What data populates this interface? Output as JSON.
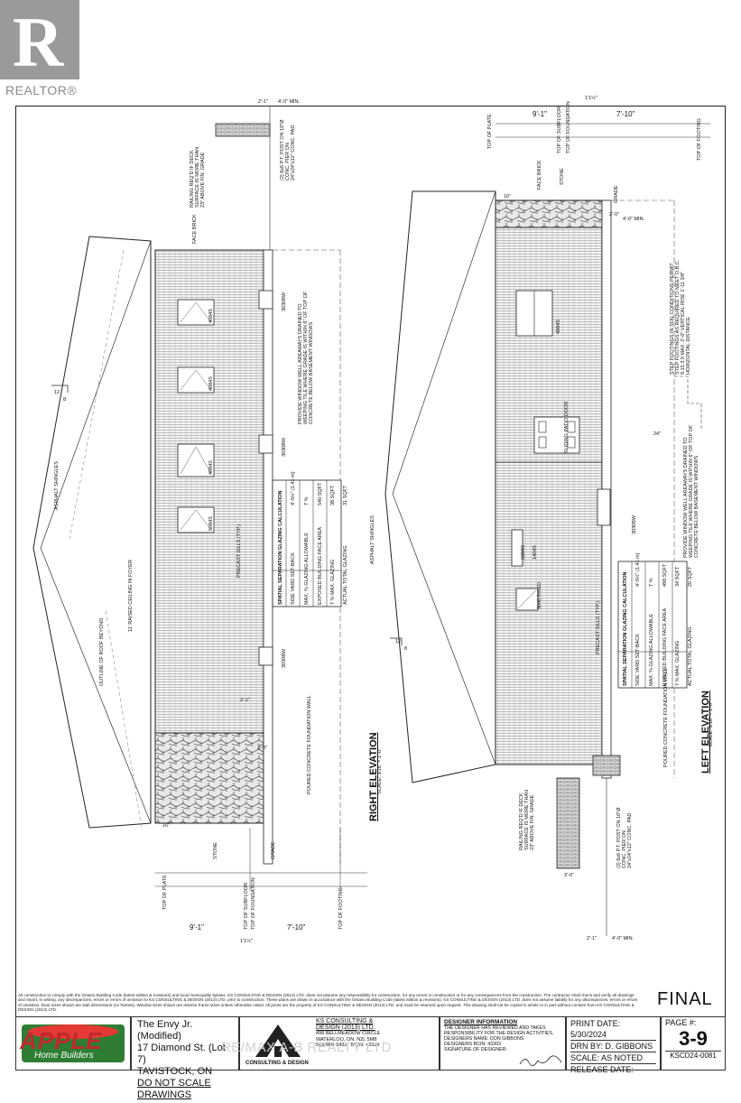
{
  "watermark": {
    "realtor_label": "REALTOR®",
    "listing_watermark": "RE/MAX A-B REALTY LTD"
  },
  "right_elevation": {
    "title": "RIGHT ELEVATION",
    "scale": "SCALE: 3/16\" = 1'-0\"",
    "roof_label": "ASPHALT SHINGLES",
    "raised_ceiling": "11' RAISED CEILING IN FOYER",
    "outline_roof": "OUTLINE OF ROOF BEYOND",
    "foundation": "POURED CONCRETE FOUNDATION WALL",
    "precast_sills": "PRECAST SILLS (TYP.)",
    "window_well_note": "PROVIDE WINDOW WELL AREAWAYS DRAINED TO WEEPING TILE WHERE GRADE IS WITHIN 6\" OF TOP OF CONCRETE BELOW BASEMENT WINDOWS",
    "railing_note": "RAILING REQ'D IF DECK SURFACE IS MORE THAN 23\" ABOVE FIN. GRADE",
    "post_note": "(2) 6x6 P.T. POST ON 10\"Ø CONC. PIER ON 24\"x24\"x12\" CONC. PAD",
    "face_brick": "FACE BRICK",
    "stone": "STONE",
    "grade": "GRADE",
    "top_of_plate": "TOP OF PLATE",
    "top_of_subfloor": "TOP OF SUBFLOOR",
    "top_of_foundation": "TOP OF FOUNDATION",
    "top_of_footing": "TOP OF FOOTING",
    "dim_left": "9'-1\"",
    "dim_right": "7'-10\"",
    "dim_small": "1'1½\"",
    "deck_dim_a": "2'-1\"",
    "deck_dim_b": "4'-0\" MIN.",
    "windows": [
      "4084S",
      "4084S",
      "4084S",
      "5084S"
    ],
    "basement_windows": [
      "3030BW",
      "3030BW",
      "3030BW"
    ],
    "pitch": "12",
    "pitch_run": "8",
    "dim_16": "16\"",
    "dim_2_0": "2'-0\"",
    "dim_2_1": "2'-1\"",
    "glazing": {
      "title": "SPATIAL SEPARATION GLAZING CALCULATION",
      "rows": [
        [
          "SIDE YARD SET-BACK",
          "4'-5½\" (1.41 m)"
        ],
        [
          "MAX. % GLAZING ALLOWABLE",
          "7 %"
        ],
        [
          "EXPOSED BUILDING FACE AREA",
          "540 SQFT"
        ],
        [
          "7 % MAX. GLAZING",
          "38 SQFT"
        ],
        [
          "ACTUAL TOTAL GLAZING",
          "31 SQFT"
        ]
      ]
    }
  },
  "left_elevation": {
    "title": "LEFT ELEVATION",
    "scale": "SCALE: 3/16\" = 1'-0\"",
    "roof_label": "ASPHALT SHINGLES",
    "foundation": "POURED CONCRETE FOUNDATION WALL",
    "precast_sills": "PRECAST SILLS (TYP.)",
    "window_well_note": "PROVIDE WINDOW WELL AREAWAYS DRAINED TO WEEPING TILE WHERE GRADE IS WITHIN 6\" OF TOP OF CONCRETE BELOW BASEMENT WINDOWS",
    "footing_note": "STEP FOOTINGS IN SOIL CONDITIONS PERMIT STEP FOOTINGS AS REQUIRED TO MEET O.B.C. 9.15.3.9 MAX. 2'-0\" VERTICAL RISE 1'-11 3/8\" HORIZONTAL DISTANCE",
    "railing_note": "RAILING REQ'D IF DECK SURFACE IS MORE THAN 23\" ABOVE FIN. GRADE",
    "post_note": "(2) 6x6 P.T. POST ON 10\"Ø CONC. PIER ON 24\"x24\"x12\" CONC. PAD",
    "face_brick": "FACE BRICK",
    "stone": "STONE",
    "grade": "GRADE",
    "top_of_plate": "TOP OF PLATE",
    "top_of_subfloor": "TOP OF SUBFLOOR",
    "top_of_foundation": "TOP OF FOUNDATION",
    "top_of_footing": "TOP OF FOOTING",
    "dim_left": "9'-1\"",
    "dim_right": "7'-10\"",
    "dim_small": "1'1½\"",
    "deck_dim_a": "2'-1\"",
    "deck_dim_b": "4'-0\" MIN.",
    "dim_4_min": "4'-0\" MIN.",
    "dim_24": "24\"",
    "dim_16": "16\"",
    "dim_2_0": "2'-0\"",
    "dim_3_0": "3'-0\"",
    "pitch": "12",
    "pitch_run": "8",
    "windows": [
      "4084S",
      "5084S",
      "1404S",
      "3040 FIXED"
    ],
    "door": "SLIDING PATIO DOOR",
    "basement_window": "3030BW",
    "glazing": {
      "title": "SPATIAL SEPARATION GLAZING CALCULATION",
      "rows": [
        [
          "SIDE YARD SET-BACK",
          "4'-5½\" (1.41 m)"
        ],
        [
          "MAX. % GLAZING ALLOWABLE",
          "7 %"
        ],
        [
          "EXPOSED BUILDING FACE AREA",
          "490 SQFT"
        ],
        [
          "7 % MAX. GLAZING",
          "34 SQFT"
        ],
        [
          "ACTUAL TOTAL GLAZING",
          "20 SQFT"
        ]
      ]
    }
  },
  "notes": "All construction to comply with the Ontario Building Code (latest edition & revisions) and local municipality bylaws. KS CONSULTING & DESIGN (2013) LTD. does not assume any responsibility for construction, for any errors in construction or for any consequences from the construction. The contractor shall check and verify all drawings and report, in writing, any discrepancies, errors or errors of omission to KS CONSULTING & DESIGN (2013) LTD. prior to construction. These plans are drawn in accordance with the Ontario Building Code (latest edition & revisions). KS CONSULTING & DESIGN (2013) LTD. does not assume liability for any discrepancies, errors or errors of omission. Door sizes shown are slab dimensions (no frames). Window sizes shown are exterior frame sizes unless otherwise noted. All prints are the property of KS CONSULTING & DESIGN (2013) LTD. and must be returned upon request. This drawing shall not be copied in whole or in part without consent from KS CONSULTING & DESIGN (2013) LTD.",
  "final_label": "FINAL",
  "title_block": {
    "logo_word": "APPLE",
    "logo_sub": "Home Builders",
    "project": [
      "The Envy Jr. (Modified)",
      "17 Diamond St. (Lot 7)",
      "TAVISTOCK, ON"
    ],
    "do_not_scale": "DO NOT SCALE DRAWINGS",
    "ks_lines": [
      "KS CONSULTING &",
      "DESIGN (2013) LTD.",
      "498 BELLMEADOW CIRCLE",
      "WATERLOO, ON. N2L 5M8",
      "519-880-1432",
      "BCIN: 43324"
    ],
    "ks_logo_text": "CONSULTING & DESIGN",
    "designer_heading": "DESIGNER INFORMATION",
    "designer_lines": [
      "THE DESIGNER HAS REVIEWED AND TAKES",
      "RESPONSIBILITY FOR THE DESIGN ACTIVITIES.",
      "DESIGNERS NAME: DON GIBBONS",
      "DESIGNERS BCIN: 43303",
      "SIGNATURE OF DESIGNER:"
    ],
    "print_date": "PRINT DATE: 5/30/2024",
    "drawn_by": "DRN BY: D. GIBBONS",
    "scale": "SCALE: AS NOTED",
    "release_date": "RELEASE DATE:",
    "page_label": "PAGE #:",
    "page_number": "3-9",
    "job_number": "KSCD24-0081"
  }
}
